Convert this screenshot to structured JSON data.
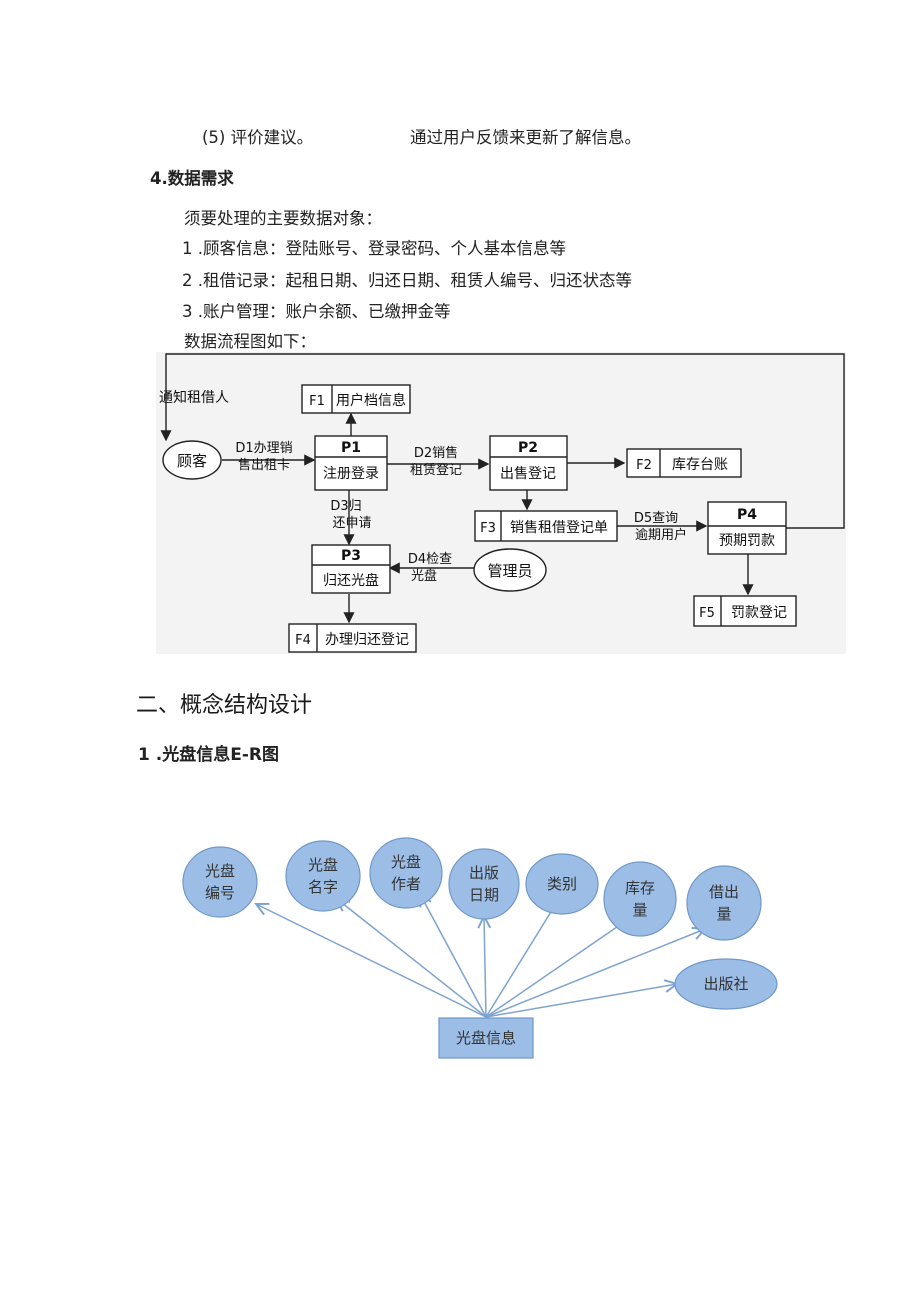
{
  "requirements": {
    "item5_label": "(5) 评价建议。",
    "item5_desc": "通过用户反馈来更新了解信息。"
  },
  "data_req": {
    "heading": "4.数据需求",
    "intro": "须要处理的主要数据对象：",
    "items": [
      "1 .顾客信息：登陆账号、登录密码、个人基本信息等",
      "2 .租借记录：起租日期、归还日期、租赁人编号、归还状态等",
      "3 .账户管理：账户余额、已缴押金等"
    ],
    "flow_intro": "数据流程图如下："
  },
  "dfd": {
    "notify": "通知租借人",
    "customer": "顾客",
    "admin": "管理员",
    "p1": {
      "id": "P1",
      "name": "注册登录"
    },
    "p2": {
      "id": "P2",
      "name": "出售登记"
    },
    "p3": {
      "id": "P3",
      "name": "归还光盘"
    },
    "p4": {
      "id": "P4",
      "name": "预期罚款"
    },
    "f1": {
      "id": "F1",
      "name": "用户档信息"
    },
    "f2": {
      "id": "F2",
      "name": "库存台账"
    },
    "f3": {
      "id": "F3",
      "name": "销售租借登记单"
    },
    "f4": {
      "id": "F4",
      "name": "办理归还登记"
    },
    "f5": {
      "id": "F5",
      "name": "罚款登记"
    },
    "d1": [
      "D1办理销",
      "售出租卡"
    ],
    "d2": [
      "D2销售",
      "租赁登记"
    ],
    "d3": [
      "D3归",
      "还申请"
    ],
    "d4": [
      "D4检查",
      "光盘"
    ],
    "d5": [
      "D5查询",
      "逾期用户"
    ]
  },
  "section2": {
    "title": "二、概念结构设计",
    "er_heading": "1 .光盘信息E-R图"
  },
  "er": {
    "entity": "光盘信息",
    "attributes": [
      [
        "光盘",
        "编号"
      ],
      [
        "光盘",
        "名字"
      ],
      [
        "光盘",
        "作者"
      ],
      [
        "出版",
        "日期"
      ],
      [
        "类别"
      ],
      [
        "库存",
        "量"
      ],
      [
        "借出",
        "量"
      ],
      [
        "出版社"
      ]
    ],
    "colors": {
      "fill": "#9cbde6",
      "stroke": "#6f98c9",
      "line": "#7ea3cf"
    }
  }
}
